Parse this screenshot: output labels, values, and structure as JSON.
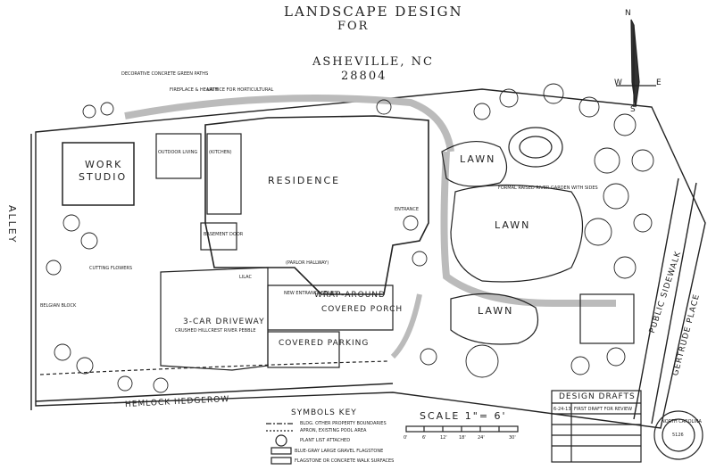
{
  "title": "LANDSCAPE DESIGN",
  "title_for": "FOR",
  "location": "ASHEVILLE, NC",
  "zip": "28804",
  "compass": {
    "n": "N",
    "s": "S",
    "w": "W",
    "e": "E"
  },
  "areas": {
    "residence": "RESIDENCE",
    "work": "WORK",
    "studio": "STUDIO",
    "kitchen": "(KITCHEN)",
    "outdoor_living": "OUTDOOR LIVING",
    "basement_door": "BASEMENT DOOR",
    "wrap_around": "WRAP-AROUND",
    "covered_porch": "COVERED PORCH",
    "covered_parking": "COVERED PARKING",
    "driveway": "3-CAR DRIVEWAY",
    "driveway_sub": "CRUSHED HILLCREST RIVER PEBBLE",
    "lawn1": "LAWN",
    "lawn2": "LAWN",
    "lawn3": "LAWN",
    "alley": "ALLEY",
    "public_sidewalk": "PUBLIC SIDEWALK",
    "gertrude_place": "GERTRUDE PLACE",
    "hemlock_hedgerow": "HEMLOCK HEDGEROW",
    "cutting_flowers": "CUTTING FLOWERS",
    "belgian_block": "BELGIAN BLOCK",
    "entrance": "ENTRANCE",
    "parlor_hallway": "(PARLOR HALLWAY)",
    "new_entrance": "NEW ENTRANCE STAIRS",
    "lilac": "LILAC",
    "formal_garden": "FORMAL RAISED RIVER GARDEN WITH SIDES",
    "fireplace": "FIREPLACE & HEARTH",
    "lattice": "LATTICE FOR HORTICULTURAL",
    "decorative": "DECORATIVE CONCRETE GREEN PATHS"
  },
  "symbols_key": {
    "title": "SYMBOLS KEY",
    "items": [
      "BLDG. OTHER PROPERTY BOUNDARIES",
      "APRON, EXISTING POOL AREA",
      "PLANT LIST ATTACHED",
      "BLUE-GRAY LARGE GRAVEL FLAGSTONE",
      "FLAGSTONE OR CONCRETE WALK SURFACES"
    ]
  },
  "scale": {
    "label": "SCALE 1\"= 6'",
    "ticks": [
      "0'",
      "6'",
      "12'",
      "18'",
      "24'",
      "30'"
    ]
  },
  "drafts": {
    "title": "DESIGN DRAFTS",
    "row1_date": "6-24-13",
    "row1_desc": "FIRST DRAFT FOR REVIEW"
  },
  "seal": {
    "top": "NORTH CAROLINA",
    "mid": "5126"
  }
}
